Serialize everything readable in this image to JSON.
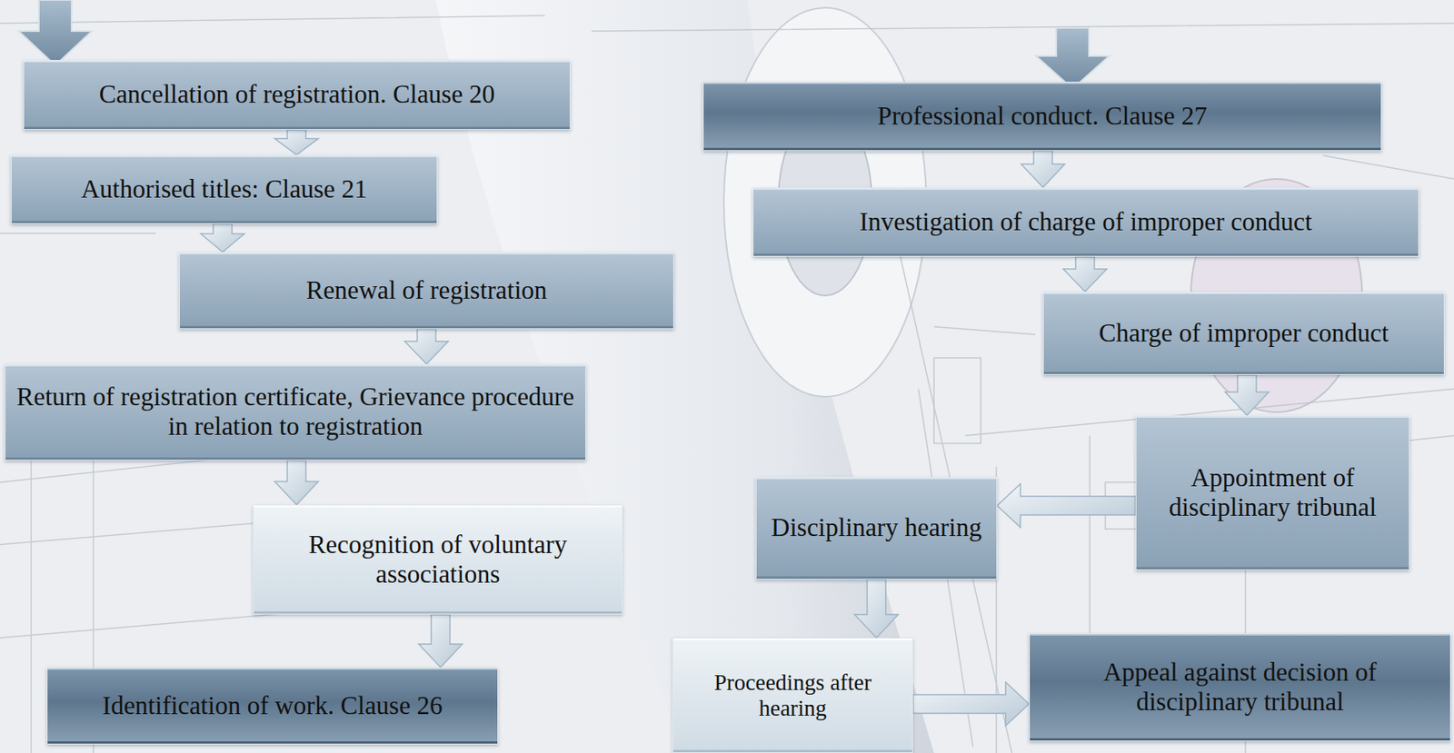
{
  "diagram": {
    "nodes": [
      {
        "text": [
          "Cancellation of registration. Clause 20"
        ]
      },
      {
        "text": [
          "Authorised titles: Clause 21"
        ]
      },
      {
        "text": [
          "Renewal of registration"
        ]
      },
      {
        "text": [
          "Return of registration certificate, Grievance procedure in relation to registration"
        ]
      },
      {
        "text": [
          "Recognition of voluntary associations"
        ]
      },
      {
        "text": [
          "Identification of work. Clause 26"
        ]
      },
      {
        "text": [
          "Professional conduct. Clause 27"
        ]
      },
      {
        "text": [
          "Investigation of charge of improper conduct"
        ]
      },
      {
        "text": [
          "Charge of improper conduct"
        ]
      },
      {
        "text": [
          "Appointment of disciplinary tribunal"
        ]
      },
      {
        "text": [
          "Disciplinary hearing"
        ]
      },
      {
        "text": [
          "Proceedings after hearing"
        ]
      },
      {
        "text": [
          "Appeal against decision of disciplinary tribunal"
        ]
      }
    ],
    "edges": [
      {
        "from": 0,
        "to": 1,
        "arrow": "to"
      },
      {
        "from": 1,
        "to": 2,
        "arrow": "to"
      },
      {
        "from": 2,
        "to": 3,
        "arrow": "to"
      },
      {
        "from": 3,
        "to": 4,
        "arrow": "to"
      },
      {
        "from": 4,
        "to": 5,
        "arrow": "to"
      },
      {
        "from": 6,
        "to": 7,
        "arrow": "to"
      },
      {
        "from": 7,
        "to": 8,
        "arrow": "to"
      },
      {
        "from": 8,
        "to": 9,
        "arrow": "to"
      },
      {
        "from": 9,
        "to": 10,
        "arrow": "to"
      },
      {
        "from": 10,
        "to": 11,
        "arrow": "to"
      },
      {
        "from": 11,
        "to": 12,
        "arrow": "to"
      }
    ]
  }
}
